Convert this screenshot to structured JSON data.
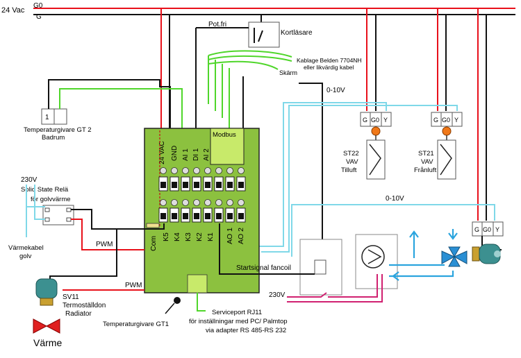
{
  "supply": {
    "voltage": "24 Vac",
    "g0": "G0",
    "g": "G"
  },
  "top": {
    "pot_fri": "Pot.fri",
    "kortlasare": "Kortläsare",
    "kablage": "Kablage Belden 7704NH",
    "kablage2": "eller likvärdig kabel",
    "skarm": "Skärm",
    "signal_0_10v_top": "0-10V"
  },
  "gt2": {
    "terminal": "1",
    "label1": "Temperaturgivare GT 2",
    "label2": "Badrum"
  },
  "controller": {
    "top_labels": [
      "24 VAC",
      "GND",
      "AI 1",
      "DI 1",
      "AI 2"
    ],
    "modbus": "Modbus",
    "bottom_labels": [
      "Com",
      "K5",
      "K4",
      "K3",
      "K2",
      "K1",
      "AO 1",
      "AO 2"
    ]
  },
  "relay": {
    "v230": "230V",
    "label1": "Solid State Relä",
    "label2": "för golvvärme",
    "heater1": "Värmekabel",
    "heater2": "golv",
    "pwm": "PWM"
  },
  "sv11": {
    "pwm": "PWM",
    "label1": "SV11",
    "label2": "Termoställdon",
    "label3": "Radiator",
    "varme": "Värme"
  },
  "gt1": {
    "label": "Temperaturgivare GT1"
  },
  "service": {
    "label1": "Serviceport RJ11",
    "label2": "för inställningar med PC/ Palmtop",
    "label3": "via adapter RS 485-RS 232"
  },
  "fancoil": {
    "label": "Startsignal fancoil",
    "v230": "230V"
  },
  "st22": {
    "terminals": [
      "G",
      "G0",
      "Y"
    ],
    "label1": "ST22",
    "label2": "VAV",
    "label3": "Tilluft"
  },
  "st21": {
    "terminals": [
      "G",
      "G0",
      "Y"
    ],
    "label1": "ST21",
    "label2": "VAV",
    "label3": "Frånluft"
  },
  "valve": {
    "signal": "0-10V",
    "terminals": [
      "G",
      "G0",
      "Y"
    ]
  }
}
